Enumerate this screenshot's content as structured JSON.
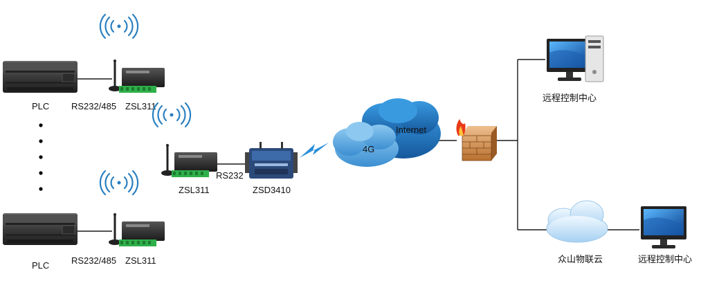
{
  "labels": {
    "plc_top": "PLC",
    "plc_bottom": "PLC",
    "iface_top": "RS232/485",
    "iface_bottom": "RS232/485",
    "zsl_top": "ZSL311",
    "zsl_bottom": "ZSL311",
    "zsl_middle": "ZSL311",
    "rs232": "RS232",
    "zsd": "ZSD3410",
    "cloud_4g": "4G",
    "cloud_internet": "Internet",
    "remote_top": "远程控制中心",
    "iot_cloud": "众山物联云",
    "remote_bottom": "远程控制中心"
  },
  "colors": {
    "line": "#1a1a1a",
    "cloud_dark": "#1f6fb8",
    "cloud_light": "#4fa6e0",
    "plc_body": "#3d3d3d",
    "terminal_green": "#2fb04a",
    "wifi_blue": "#2a7fc0",
    "firewall_brick": "#c8803c",
    "iot_cloud": "#cfe6f8"
  }
}
